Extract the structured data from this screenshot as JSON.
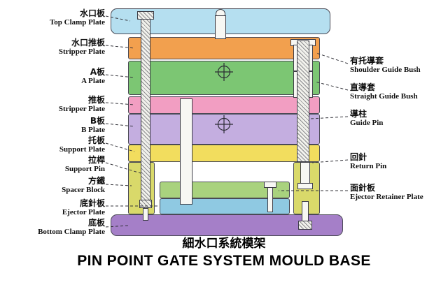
{
  "title": {
    "cn": "細水口系統模架",
    "en": "PIN POINT GATE SYSTEM MOULD BASE"
  },
  "left_labels": [
    {
      "cn": "水口板",
      "en": "Top Clamp Plate"
    },
    {
      "cn": "水口推板",
      "en": "Stripper Plate"
    },
    {
      "cn": "A板",
      "en": "A Plate"
    },
    {
      "cn": "推板",
      "en": "Stripper Plate"
    },
    {
      "cn": "B板",
      "en": "B Plate"
    },
    {
      "cn": "托板",
      "en": "Support Plate"
    },
    {
      "cn": "拉桿",
      "en": "Support Pin"
    },
    {
      "cn": "方鐵",
      "en": "Spacer Block"
    },
    {
      "cn": "底針板",
      "en": "Ejector Plate"
    },
    {
      "cn": "底板",
      "en": "Bottom Clamp Plate"
    }
  ],
  "right_labels": [
    {
      "cn": "有托導套",
      "en": "Shoulder Guide Bush"
    },
    {
      "cn": "直導套",
      "en": "Straight Guide Bush"
    },
    {
      "cn": "導柱",
      "en": "Guide Pin"
    },
    {
      "cn": "回針",
      "en": "Return Pin"
    },
    {
      "cn": "面針板",
      "en": "Ejector Retainer Plate"
    }
  ],
  "colors": {
    "top_clamp_plate": "#b5dff0",
    "stripper_plate_upper": "#f2a04e",
    "a_plate": "#7cc673",
    "stripper_plate": "#f29ec2",
    "b_plate": "#c4aee0",
    "support_plate": "#f2dd5e",
    "spacer_block": "#d9d96a",
    "ejector_retainer_plate": "#a9d27e",
    "ejector_plate": "#8fc9e2",
    "bottom_clamp_plate": "#a57fc8",
    "leader_line": "#33333a",
    "outline": "#3d3d46"
  }
}
